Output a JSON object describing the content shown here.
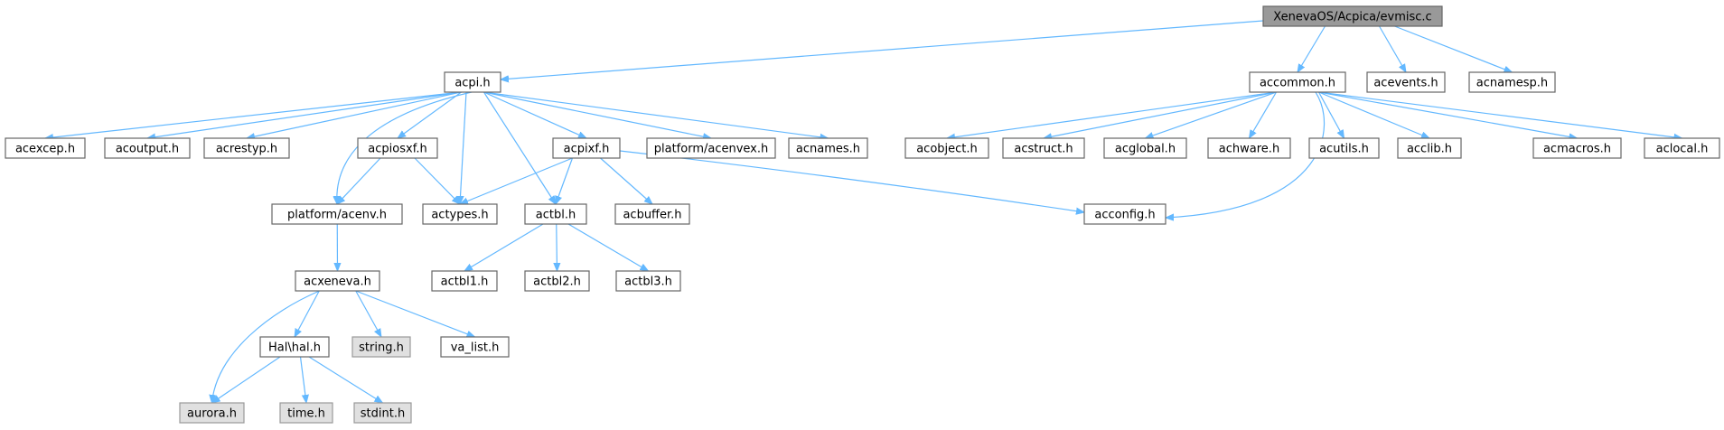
{
  "diagram": {
    "colors": {
      "edge": "#63b8ff",
      "root_fill": "#999999",
      "node_fill": "#ffffff",
      "system_fill": "#e0e0e0",
      "border": "#666666"
    },
    "nodes": [
      {
        "id": "evmisc",
        "label": "XenevaOS/Acpica/evmisc.c",
        "kind": "root"
      },
      {
        "id": "acpi",
        "label": "acpi.h",
        "kind": "normal"
      },
      {
        "id": "accommon",
        "label": "accommon.h",
        "kind": "normal"
      },
      {
        "id": "acevents",
        "label": "acevents.h",
        "kind": "normal"
      },
      {
        "id": "acnamesp",
        "label": "acnamesp.h",
        "kind": "normal"
      },
      {
        "id": "acexcep",
        "label": "acexcep.h",
        "kind": "normal"
      },
      {
        "id": "acoutput",
        "label": "acoutput.h",
        "kind": "normal"
      },
      {
        "id": "acrestyp",
        "label": "acrestyp.h",
        "kind": "normal"
      },
      {
        "id": "acpiosxf",
        "label": "acpiosxf.h",
        "kind": "normal"
      },
      {
        "id": "acpixf",
        "label": "acpixf.h",
        "kind": "normal"
      },
      {
        "id": "acenvex",
        "label": "platform/acenvex.h",
        "kind": "normal"
      },
      {
        "id": "acnames",
        "label": "acnames.h",
        "kind": "normal"
      },
      {
        "id": "acobject",
        "label": "acobject.h",
        "kind": "normal"
      },
      {
        "id": "acstruct",
        "label": "acstruct.h",
        "kind": "normal"
      },
      {
        "id": "acglobal",
        "label": "acglobal.h",
        "kind": "normal"
      },
      {
        "id": "achware",
        "label": "achware.h",
        "kind": "normal"
      },
      {
        "id": "acutils",
        "label": "acutils.h",
        "kind": "normal"
      },
      {
        "id": "acclib",
        "label": "acclib.h",
        "kind": "normal"
      },
      {
        "id": "acmacros",
        "label": "acmacros.h",
        "kind": "normal"
      },
      {
        "id": "aclocal",
        "label": "aclocal.h",
        "kind": "normal"
      },
      {
        "id": "acenv",
        "label": "platform/acenv.h",
        "kind": "normal"
      },
      {
        "id": "actypes",
        "label": "actypes.h",
        "kind": "normal"
      },
      {
        "id": "actbl",
        "label": "actbl.h",
        "kind": "normal"
      },
      {
        "id": "acbuffer",
        "label": "acbuffer.h",
        "kind": "normal"
      },
      {
        "id": "acconfig",
        "label": "acconfig.h",
        "kind": "normal"
      },
      {
        "id": "acxeneva",
        "label": "acxeneva.h",
        "kind": "normal"
      },
      {
        "id": "actbl1",
        "label": "actbl1.h",
        "kind": "normal"
      },
      {
        "id": "actbl2",
        "label": "actbl2.h",
        "kind": "normal"
      },
      {
        "id": "actbl3",
        "label": "actbl3.h",
        "kind": "normal"
      },
      {
        "id": "halh",
        "label": "Hal\\hal.h",
        "kind": "normal"
      },
      {
        "id": "stringh",
        "label": "string.h",
        "kind": "system"
      },
      {
        "id": "valist",
        "label": "va_list.h",
        "kind": "normal"
      },
      {
        "id": "aurora",
        "label": "aurora.h",
        "kind": "system"
      },
      {
        "id": "timeh",
        "label": "time.h",
        "kind": "system"
      },
      {
        "id": "stdint",
        "label": "stdint.h",
        "kind": "system"
      }
    ],
    "edges": [
      [
        "evmisc",
        "acpi"
      ],
      [
        "evmisc",
        "accommon"
      ],
      [
        "evmisc",
        "acevents"
      ],
      [
        "evmisc",
        "acnamesp"
      ],
      [
        "acpi",
        "acexcep"
      ],
      [
        "acpi",
        "acoutput"
      ],
      [
        "acpi",
        "acrestyp"
      ],
      [
        "acpi",
        "acpiosxf"
      ],
      [
        "acpi",
        "acpixf"
      ],
      [
        "acpi",
        "acenvex"
      ],
      [
        "acpi",
        "acnames"
      ],
      [
        "acpi",
        "acenv"
      ],
      [
        "acpi",
        "actypes"
      ],
      [
        "acpi",
        "actbl"
      ],
      [
        "accommon",
        "acobject"
      ],
      [
        "accommon",
        "acstruct"
      ],
      [
        "accommon",
        "acglobal"
      ],
      [
        "accommon",
        "achware"
      ],
      [
        "accommon",
        "acutils"
      ],
      [
        "accommon",
        "acclib"
      ],
      [
        "accommon",
        "acmacros"
      ],
      [
        "accommon",
        "aclocal"
      ],
      [
        "accommon",
        "acconfig"
      ],
      [
        "acpiosxf",
        "acenv"
      ],
      [
        "acpiosxf",
        "actypes"
      ],
      [
        "acpixf",
        "actypes"
      ],
      [
        "acpixf",
        "actbl"
      ],
      [
        "acpixf",
        "acbuffer"
      ],
      [
        "acpixf",
        "acconfig"
      ],
      [
        "acenv",
        "acxeneva"
      ],
      [
        "actbl",
        "actbl1"
      ],
      [
        "actbl",
        "actbl2"
      ],
      [
        "actbl",
        "actbl3"
      ],
      [
        "acxeneva",
        "aurora"
      ],
      [
        "acxeneva",
        "halh"
      ],
      [
        "acxeneva",
        "stringh"
      ],
      [
        "acxeneva",
        "valist"
      ],
      [
        "halh",
        "aurora"
      ],
      [
        "halh",
        "timeh"
      ],
      [
        "halh",
        "stdint"
      ]
    ]
  }
}
